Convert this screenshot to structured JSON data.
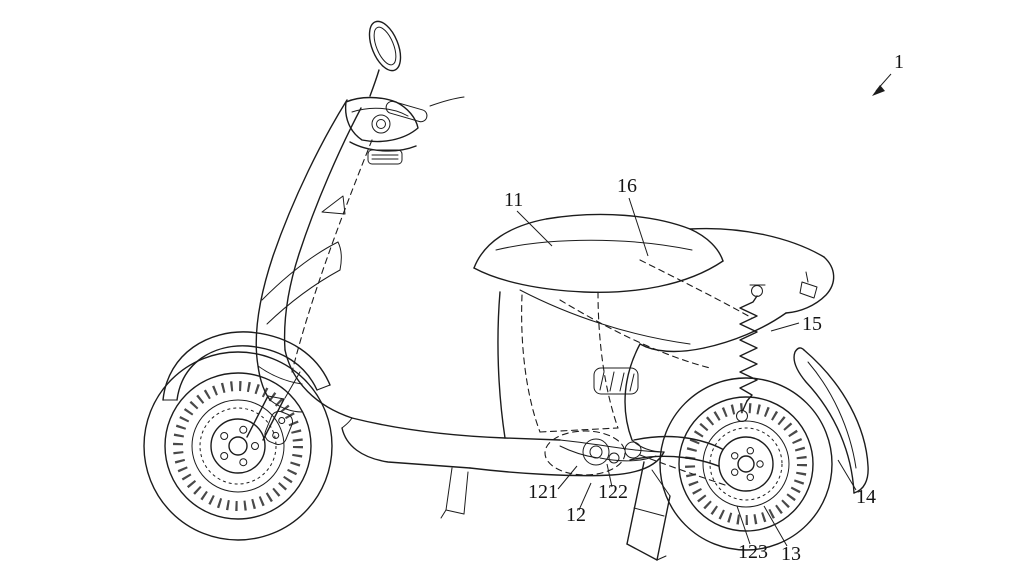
{
  "figure": {
    "background_color": "#ffffff",
    "line_color": "#1c1c1c",
    "reference_labels": {
      "n1": "1",
      "n11": "11",
      "n12": "12",
      "n121": "121",
      "n122": "122",
      "n123": "123",
      "n13": "13",
      "n14": "14",
      "n15": "15",
      "n16": "16"
    }
  }
}
